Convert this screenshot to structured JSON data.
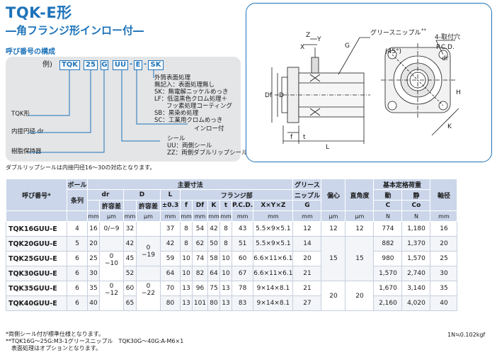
{
  "title": "TQK-E形",
  "subtitle": "―角フランジ形インロー付―",
  "numbering_heading": "呼び番号の構成",
  "code": {
    "prefix": "例)",
    "parts": [
      "TQK",
      "25",
      "G",
      "UU",
      "E",
      "SK"
    ],
    "dashes": [
      "-",
      "-"
    ],
    "surface_block": [
      "外筒表面処理",
      "無記入：表面処理無し",
      "SK：無電解ニッケルめっき",
      "LF：低温黒色クロム処理＋",
      "　　フッ素処理コーティング",
      "SB：黒染め処理",
      "SC：工業用クロムめっき"
    ],
    "inlo": "インロー付",
    "seal_block": [
      "シール",
      "UU：両側シール",
      "ZZ：両側ダブルリップシール"
    ],
    "label_type": "TQK形",
    "label_dr": "内接円径 dr",
    "label_retainer": "樹脂保持器"
  },
  "drawing": {
    "grease_nipple": "グリースニップル",
    "grease_mark": "**",
    "holes": "4-取付穴",
    "pcd": "P.C.D.",
    "angle": "(45°)",
    "labels": {
      "G": "G",
      "Z": "Z",
      "Y": "Y",
      "X": "X",
      "Df": "Df",
      "D": "D",
      "f": "f",
      "t": "t",
      "L": "L",
      "H": "H",
      "K": "K",
      "dr": "dr"
    }
  },
  "double_lip_note": "ダブルリップシールは内接円径16～30の対応となります。",
  "table": {
    "headers": {
      "model": "呼び番号*",
      "ball": "ボール",
      "rows": "条列",
      "main": "主要寸法",
      "dr": "dr",
      "tol": "許容差",
      "D": "D",
      "L": "L",
      "pm": "±0.3",
      "flange": "フランジ部",
      "f": "f",
      "Df": "Df",
      "K": "K",
      "t": "t",
      "pcd": "P.C.D.",
      "xyz": "X×Y×Z",
      "grease": "グリース",
      "nipple": "ニップル",
      "G": "G",
      "eccentric": "偏心",
      "squareness": "直角度",
      "load": "基本定格荷重",
      "dynamic": "動",
      "static": "静",
      "C": "C",
      "Co": "Co",
      "shaft": "軸径"
    },
    "units": [
      "mm",
      "μm",
      "mm",
      "μm",
      "mm",
      "mm",
      "mm",
      "mm",
      "mm",
      "mm",
      "mm",
      "mm",
      "μm",
      "μm",
      "N",
      "N",
      "mm"
    ],
    "rows": [
      {
        "model": "TQK16GUU-E",
        "ball": "4",
        "dr": "16",
        "drtol": "0/−9",
        "D": "32",
        "L": "37",
        "f": "8",
        "Df": "54",
        "K": "42",
        "t": "8",
        "pcd": "43",
        "xyz": "5.5×9×5.1",
        "G": "12",
        "C": "774",
        "Co": "1,180",
        "shaft": "16"
      },
      {
        "model": "TQK20GUU-E",
        "ball": "5",
        "dr": "20",
        "D": "42",
        "L": "42",
        "f": "8",
        "Df": "62",
        "K": "50",
        "t": "8",
        "pcd": "51",
        "xyz": "5.5×9×5.1",
        "G": "14",
        "C": "882",
        "Co": "1,370",
        "shaft": "20"
      },
      {
        "model": "TQK25GUU-E",
        "ball": "6",
        "dr": "25",
        "D": "45",
        "L": "59",
        "f": "10",
        "Df": "74",
        "K": "58",
        "t": "10",
        "pcd": "60",
        "xyz": "6.6×11×6.1",
        "G": "20",
        "C": "980",
        "Co": "1,570",
        "shaft": "25"
      },
      {
        "model": "TQK30GUU-E",
        "ball": "6",
        "dr": "30",
        "D": "52",
        "L": "64",
        "f": "10",
        "Df": "82",
        "K": "64",
        "t": "10",
        "pcd": "67",
        "xyz": "6.6×11×6.1",
        "G": "21",
        "C": "1,570",
        "Co": "2,740",
        "shaft": "30"
      },
      {
        "model": "TQK35GUU-E",
        "ball": "6",
        "dr": "35",
        "D": "60",
        "L": "70",
        "f": "13",
        "Df": "96",
        "K": "75",
        "t": "13",
        "pcd": "78",
        "xyz": "9×14×8.1",
        "G": "21",
        "C": "1,670",
        "Co": "3,140",
        "shaft": "35"
      },
      {
        "model": "TQK40GUU-E",
        "ball": "6",
        "dr": "40",
        "D": "65",
        "L": "80",
        "f": "13",
        "Df": "101",
        "K": "80",
        "t": "13",
        "pcd": "83",
        "xyz": "9×14×8.1",
        "G": "27",
        "C": "2,160",
        "Co": "4,020",
        "shaft": "40"
      }
    ],
    "merged": {
      "drtol_a": "0",
      "drtol_a2": "−10",
      "drtol_b": "0",
      "drtol_b2": "−12",
      "Dtol_a": "0",
      "Dtol_a2": "−19",
      "Dtol_b": "0",
      "Dtol_b2": "−22",
      "ecc_1": "12",
      "sq_1": "12",
      "ecc_2": "15",
      "sq_2": "15",
      "ecc_3": "20",
      "sq_3": "20"
    }
  },
  "footnotes": [
    "*両側シール付が標準仕様となります。",
    "**TQK16G～25G:M3-1グリースニップル　TQK30G～40G:A-M6×1",
    "　表面処理はオプションとなります。"
  ],
  "unit_note": "1N≒0.102kgf"
}
